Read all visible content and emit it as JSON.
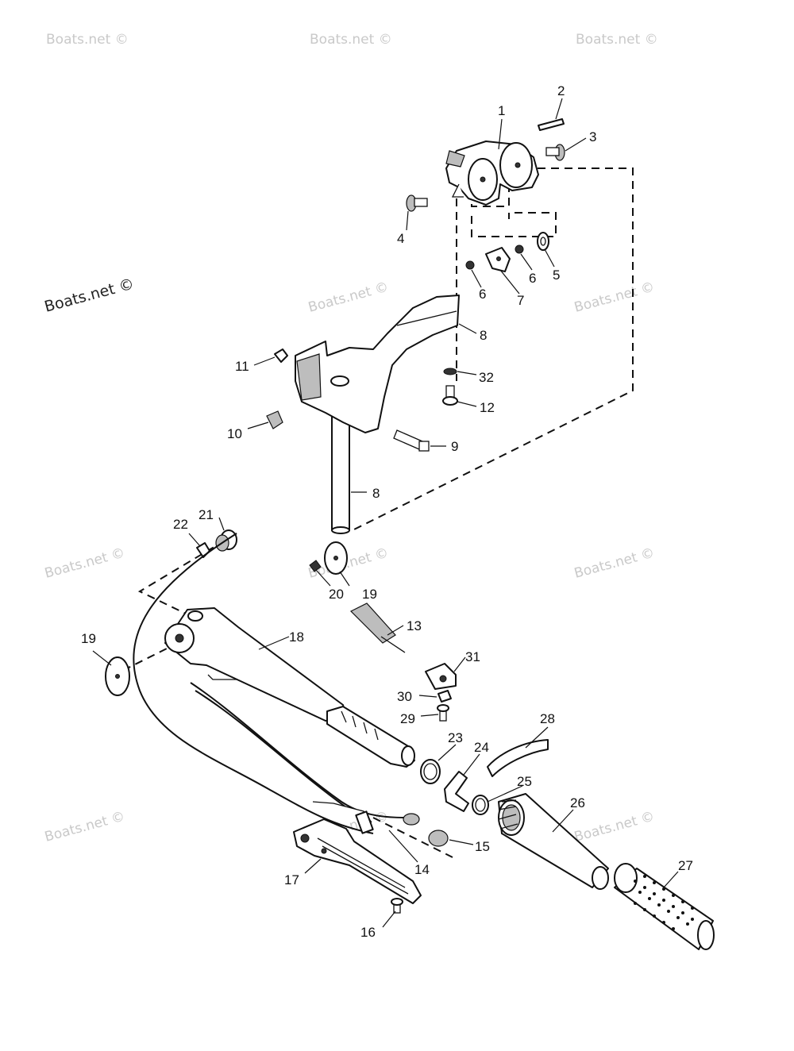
{
  "watermarks": {
    "text": "Boats.net ©",
    "prominent_text": "Boats.net ©"
  },
  "callouts": {
    "p1": "1",
    "p2": "2",
    "p3": "3",
    "p4": "4",
    "p5": "5",
    "p6a": "6",
    "p6b": "6",
    "p7": "7",
    "p8a": "8",
    "p8b": "8",
    "p9": "9",
    "p10": "10",
    "p11": "11",
    "p12": "12",
    "p13": "13",
    "p14": "14",
    "p15": "15",
    "p16": "16",
    "p17": "17",
    "p18": "18",
    "p19a": "19",
    "p19b": "19",
    "p20": "20",
    "p21": "21",
    "p22": "22",
    "p23": "23",
    "p24": "24",
    "p25": "25",
    "p26": "26",
    "p27": "27",
    "p28": "28",
    "p29": "29",
    "p30": "30",
    "p31": "31",
    "p32": "32"
  }
}
